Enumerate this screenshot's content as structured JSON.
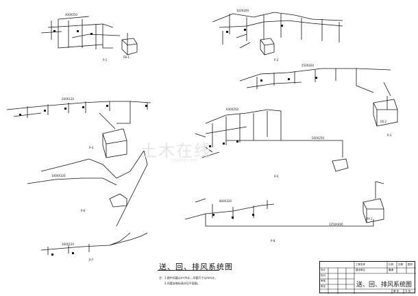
{
  "drawing": {
    "title": "送、回、排风系统图",
    "system_labels": [
      "P-1",
      "P-2",
      "P-3",
      "P-4",
      "P-5",
      "P-6",
      "P-7",
      "P-8"
    ],
    "notes": [
      "注：1.图中风量以m³/h计，风管尺寸以mm计。",
      "2.风管安装标高详见平面图。"
    ],
    "duct_labels": [
      "400X250",
      "320X200",
      "250X160",
      "200X120",
      "630X250",
      "500X250",
      "1000X320",
      "800X320",
      "1250X400",
      "160X120"
    ],
    "fan_labels": [
      "FB-1",
      "FB-2",
      "PY-1"
    ]
  },
  "title_block": {
    "drawing_name": "送、回、排风系统图",
    "cells": [
      "工程名称",
      "建设单位",
      "设计",
      "校对",
      "审核",
      "审定",
      "比例",
      "日期",
      "图号",
      "暖通",
      "第  张",
      "共  张"
    ]
  },
  "watermark": {
    "text": "土木在线",
    "sub": "co188.com"
  },
  "colors": {
    "line": "#111111",
    "watermark": "#e6e6e6"
  }
}
